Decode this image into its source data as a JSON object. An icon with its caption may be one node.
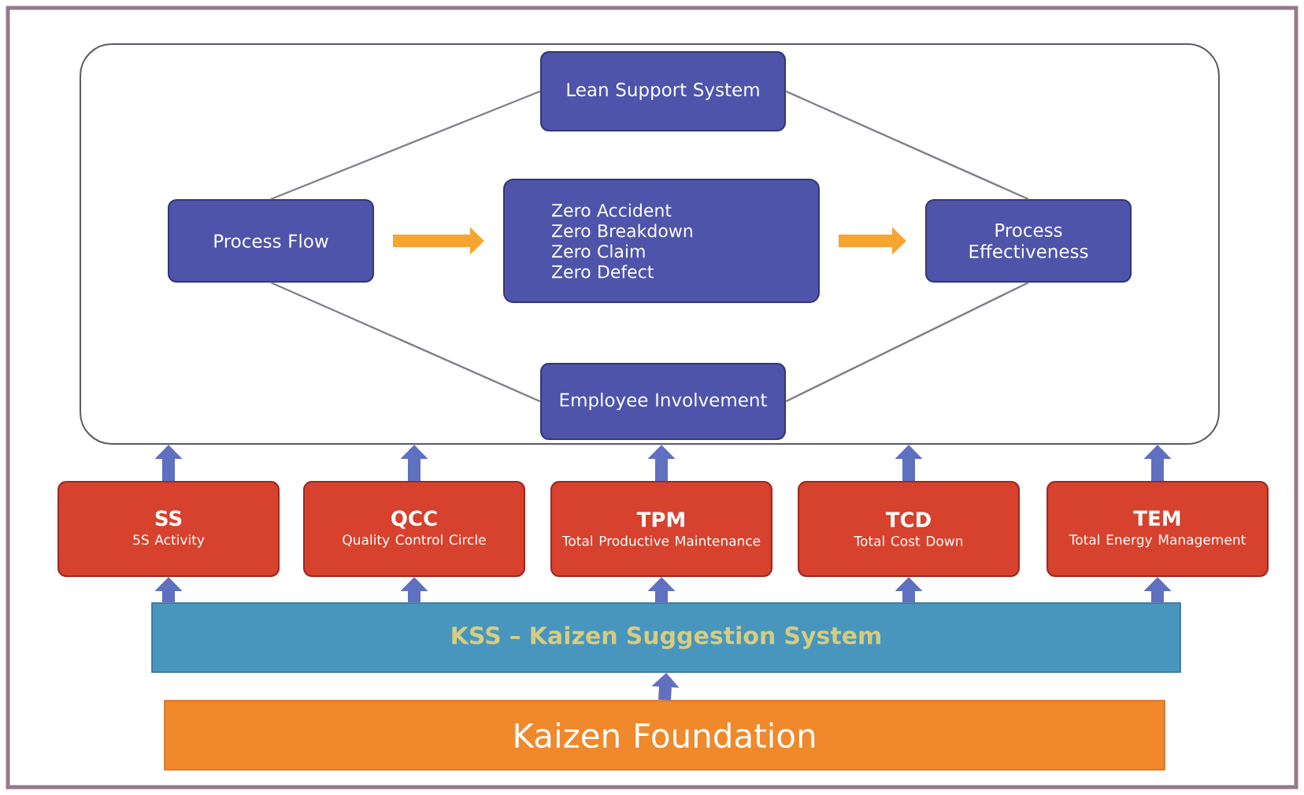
{
  "diagram": {
    "nodes": [
      {
        "text": [],
        "shape": "box"
      },
      {
        "text": [
          "Lean Support System"
        ],
        "in": 0
      },
      {
        "text": [
          "Process Flow"
        ],
        "in": 0
      },
      {
        "text": [
          "Zero Accident",
          "Zero Breakdown",
          "Zero Claim",
          "Zero Defect"
        ],
        "in": 0
      },
      {
        "text": [
          "Process Effectiveness"
        ],
        "in": 0
      },
      {
        "text": [
          "Employee Involvement"
        ],
        "in": 0
      },
      {
        "text": [
          "SS",
          "5S Activity"
        ]
      },
      {
        "text": [
          "QCC",
          "Quality Control Circle"
        ]
      },
      {
        "text": [
          "TPM",
          "Total Productive Maintenance"
        ]
      },
      {
        "text": [
          "TCD",
          "Total Cost Down"
        ]
      },
      {
        "text": [
          "TEM",
          "Total Energy Management"
        ]
      },
      {
        "text": [
          "KSS – Kaizen Suggestion System"
        ]
      },
      {
        "text": [
          "Kaizen Foundation"
        ]
      }
    ],
    "edges": [
      {
        "from": 2,
        "to": 1,
        "arrow": "none",
        "color": "#7f7f8a"
      },
      {
        "from": 1,
        "to": 4,
        "arrow": "none",
        "color": "#7f7f8a"
      },
      {
        "from": 2,
        "to": 5,
        "arrow": "none",
        "color": "#7f7f8a"
      },
      {
        "from": 5,
        "to": 4,
        "arrow": "none",
        "color": "#7f7f8a"
      },
      {
        "from": 2,
        "to": 3,
        "arrow": "to",
        "color": "#f7a531"
      },
      {
        "from": 3,
        "to": 4,
        "arrow": "to",
        "color": "#f7a531"
      },
      {
        "from": 6,
        "to": 0,
        "arrow": "to"
      },
      {
        "from": 7,
        "to": 0,
        "arrow": "to"
      },
      {
        "from": 8,
        "to": 0,
        "arrow": "to"
      },
      {
        "from": 9,
        "to": 0,
        "arrow": "to"
      },
      {
        "from": 10,
        "to": 0,
        "arrow": "to"
      },
      {
        "from": 11,
        "to": 6,
        "arrow": "to"
      },
      {
        "from": 11,
        "to": 7,
        "arrow": "to"
      },
      {
        "from": 11,
        "to": 8,
        "arrow": "to"
      },
      {
        "from": 11,
        "to": 9,
        "arrow": "to"
      },
      {
        "from": 11,
        "to": 10,
        "arrow": "to"
      },
      {
        "from": 12,
        "to": 11,
        "arrow": "to"
      }
    ]
  }
}
